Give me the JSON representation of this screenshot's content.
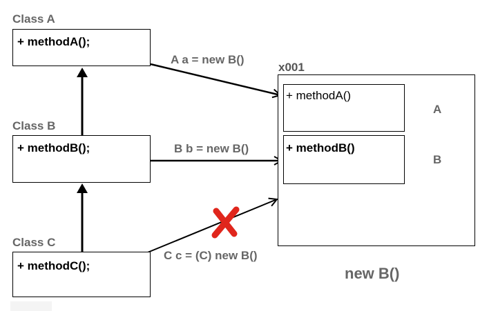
{
  "class_a": {
    "title": "Class A",
    "method": "+ methodA();"
  },
  "class_b": {
    "title": "Class B",
    "method": "+ methodB();"
  },
  "class_c": {
    "title": "Class C",
    "method": "+ methodC();"
  },
  "arrows": {
    "a_assign": "A a = new B()",
    "b_assign": "B b = new B()",
    "c_assign": "C c = (C) new B()"
  },
  "object": {
    "address": "x001",
    "section_a_method": "+ methodA()",
    "section_a_label": "A",
    "section_b_method": "+ methodB()",
    "section_b_label": "B",
    "caption": "new B()"
  },
  "colors": {
    "line": "#000000",
    "label_gray": "#666666",
    "cross": "#e0261c"
  },
  "icons": {
    "invalid_mark": "cross-icon"
  }
}
